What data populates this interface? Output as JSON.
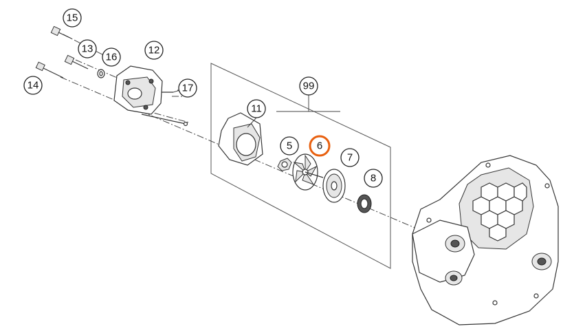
{
  "callouts": [
    {
      "id": "15",
      "label": "15"
    },
    {
      "id": "13",
      "label": "13"
    },
    {
      "id": "16",
      "label": "16"
    },
    {
      "id": "12",
      "label": "12"
    },
    {
      "id": "14",
      "label": "14"
    },
    {
      "id": "17",
      "label": "17"
    },
    {
      "id": "99",
      "label": "99"
    },
    {
      "id": "11",
      "label": "11"
    },
    {
      "id": "5",
      "label": "5"
    },
    {
      "id": "6",
      "label": "6"
    },
    {
      "id": "7",
      "label": "7"
    },
    {
      "id": "8",
      "label": "8"
    }
  ],
  "highlight": {
    "id": "6",
    "color": "#e8600f"
  }
}
